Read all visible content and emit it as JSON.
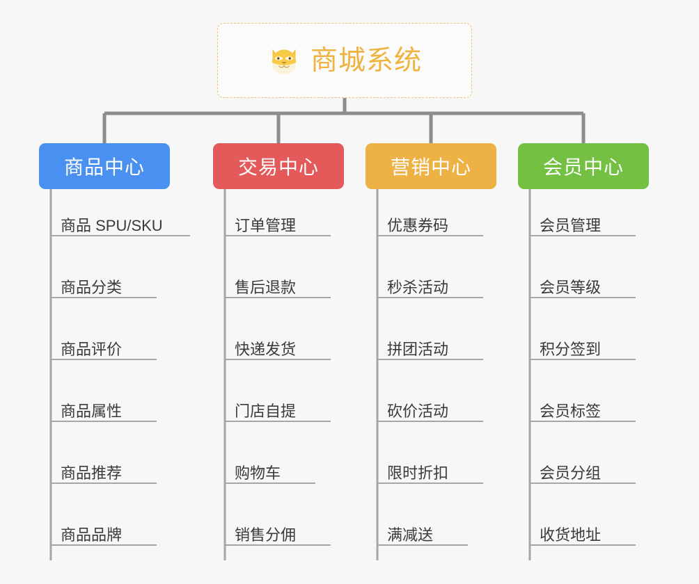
{
  "diagram": {
    "title": "商城系统",
    "background_color": "#f7f7f7",
    "root": {
      "label": "商城系统",
      "icon": "shiba-dog-face-icon",
      "text_color": "#efb33f",
      "border_color": "#f0c070"
    },
    "connector_color": "#8c8c8c",
    "leaf_underline_color": "#a6a6a6",
    "branches": [
      {
        "label": "商品中心",
        "color": "#4a90f0",
        "items": [
          "商品 SPU/SKU",
          "商品分类",
          "商品评价",
          "商品属性",
          "商品推荐",
          "商品品牌"
        ]
      },
      {
        "label": "交易中心",
        "color": "#e4595a",
        "items": [
          "订单管理",
          "售后退款",
          "快递发货",
          "门店自提",
          "购物车",
          "销售分佣"
        ]
      },
      {
        "label": "营销中心",
        "color": "#edb144",
        "items": [
          "优惠券码",
          "秒杀活动",
          "拼团活动",
          "砍价活动",
          "限时折扣",
          "满减送"
        ]
      },
      {
        "label": "会员中心",
        "color": "#73c043",
        "items": [
          "会员管理",
          "会员等级",
          "积分签到",
          "会员标签",
          "会员分组",
          "收货地址"
        ]
      }
    ]
  }
}
